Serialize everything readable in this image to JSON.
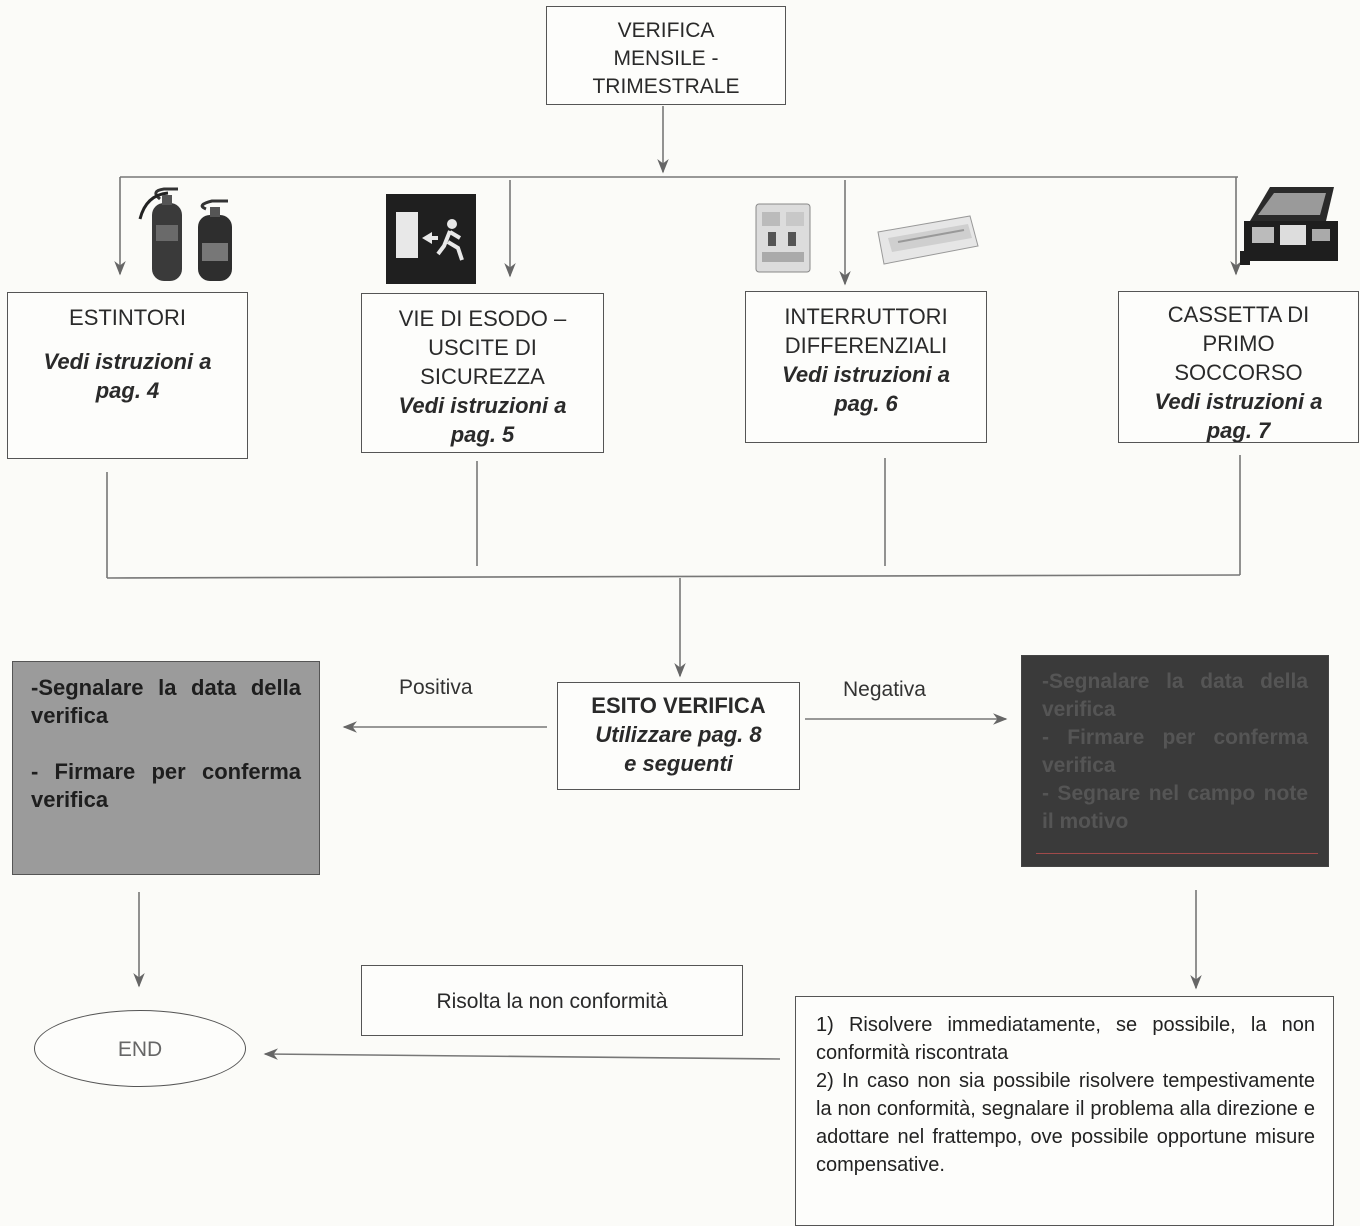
{
  "top": {
    "lines": [
      "VERIFICA",
      "MENSILE -",
      "TRIMESTRALE"
    ]
  },
  "categories": [
    {
      "lines": [
        "ESTINTORI"
      ],
      "instructions": [
        "Vedi istruzioni a",
        "pag. 4"
      ],
      "icon": "fire-extinguisher-icon"
    },
    {
      "lines": [
        "VIE DI ESODO –",
        "USCITE DI",
        "SICUREZZA"
      ],
      "instructions": [
        "Vedi istruzioni a",
        "pag. 5"
      ],
      "icon": "emergency-exit-sign-icon"
    },
    {
      "lines": [
        "INTERRUTTORI",
        "DIFFERENZIALI"
      ],
      "instructions": [
        "Vedi istruzioni a",
        "pag. 6"
      ],
      "icon": "circuit-breaker-icon"
    },
    {
      "lines": [
        "CASSETTA DI",
        "PRIMO",
        "SOCCORSO"
      ],
      "instructions": [
        "Vedi istruzioni a",
        "pag. 7"
      ],
      "icon": "first-aid-kit-icon"
    }
  ],
  "outcome": {
    "title": "ESITO VERIFICA",
    "instructions": [
      "Utilizzare pag. 8",
      "e seguenti"
    ]
  },
  "positive": {
    "label": "Positiva",
    "steps": [
      "-Segnalare la data della verifica",
      "- Firmare per conferma verifica"
    ]
  },
  "negative": {
    "label": "Negativa",
    "steps": [
      "-Segnalare la data della verifica",
      "- Firmare per conferma verifica",
      "- Segnare nel campo note il motivo"
    ]
  },
  "resolved_label": "Risolta la non conformità",
  "end_label": "END",
  "resolution_note": [
    "1) Risolvere immediatamente, se possibile, la non conformità riscontrata",
    "2) In caso non sia possibile risolvere tempestivamente la non conformità, segnalare il problema alla direzione e adottare nel frattempo, ove possibile opportune misure compensative."
  ]
}
